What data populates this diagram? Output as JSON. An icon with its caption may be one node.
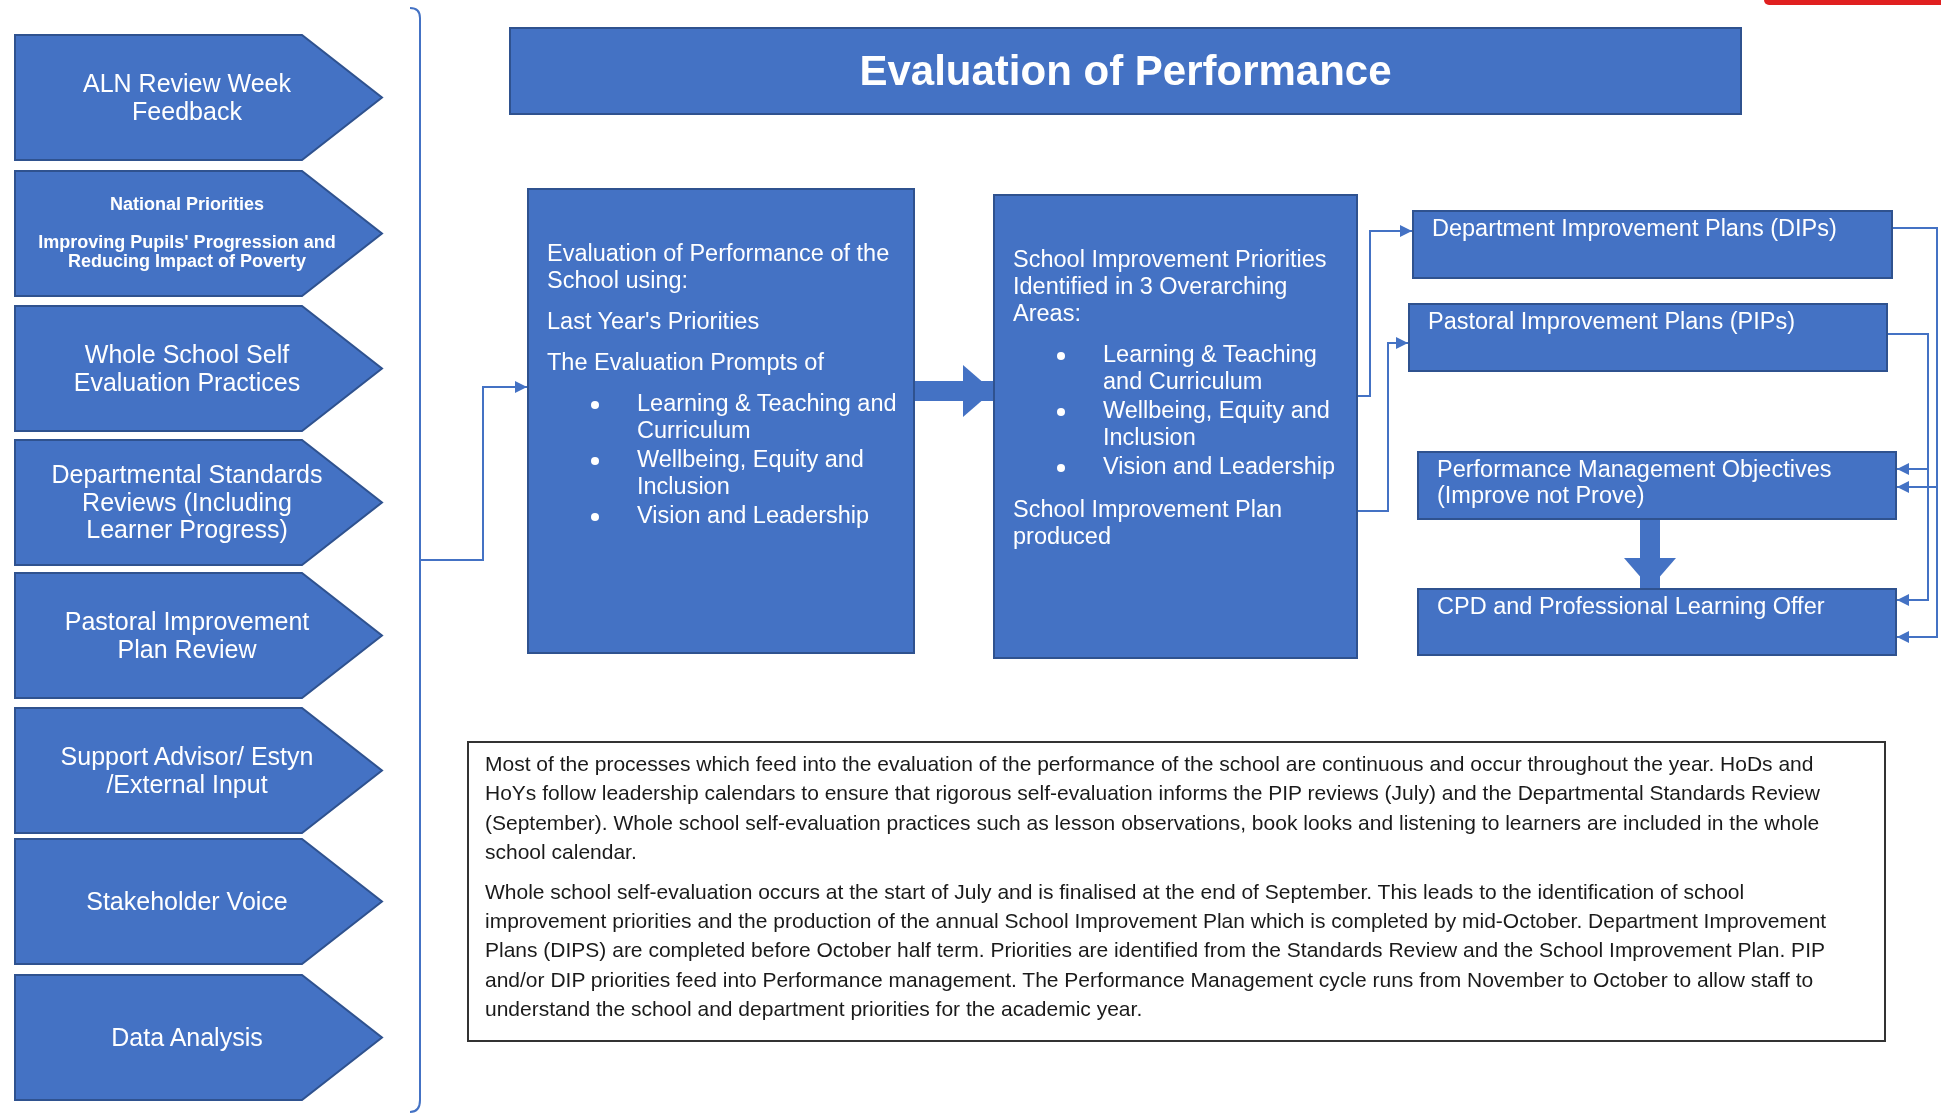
{
  "diagram": {
    "title": "Evaluation of Performance",
    "nodes": [
      {
        "text": [
          "ALN Review Week Feedback"
        ]
      },
      {
        "text": [
          "National Priorities",
          "Improving Pupils' Progression and Reducing Impact of Poverty"
        ]
      },
      {
        "text": [
          "Whole School Self Evaluation Practices"
        ]
      },
      {
        "text": [
          "Departmental Standards Reviews (Including Learner Progress)"
        ]
      },
      {
        "text": [
          "Pastoral Improvement Plan Review"
        ]
      },
      {
        "text": [
          "Support Advisor/ Estyn /External Input"
        ]
      },
      {
        "text": [
          "Stakeholder Voice"
        ]
      },
      {
        "text": [
          "Data Analysis"
        ]
      },
      {
        "text": [
          "Evaluation of Performance of the School using:",
          "Last Year's Priorities",
          "The Evaluation Prompts of",
          "Learning & Teaching and Curriculum",
          "Wellbeing, Equity and Inclusion",
          "Vision and Leadership"
        ]
      },
      {
        "text": [
          "School Improvement Priorities Identified in 3 Overarching Areas:",
          "Learning & Teaching and Curriculum",
          "Wellbeing, Equity and Inclusion",
          "Vision and Leadership",
          "School Improvement Plan produced"
        ]
      },
      {
        "text": [
          "Department Improvement Plans (DIPs)"
        ]
      },
      {
        "text": [
          "Pastoral Improvement Plans (PIPs)"
        ]
      },
      {
        "text": [
          "Performance Management Objectives (Improve not Prove)"
        ]
      },
      {
        "text": [
          "CPD and Professional Learning Offer"
        ]
      },
      {
        "text": [
          "Most of the processes which feed into the evaluation of the performance of the school are continuous and occur throughout the year. HoDs and HoYs follow leadership calendars to ensure that rigorous self-evaluation informs the PIP reviews (July) and the Departmental Standards Review (September).  Whole school self-evaluation practices such as lesson observations, book looks and listening to learners are included in the whole school calendar.",
          "Whole school self-evaluation occurs at the start of July and is finalised at the end of September. This leads to the identification of school improvement priorities and the production of the annual School Improvement Plan which is completed by mid-October. Department Improvement Plans (DIPS) are completed before October half term. Priorities are identified from the Standards Review and the School Improvement Plan. PIP and/or DIP priorities feed into Performance management. The Performance Management cycle runs from November to October to allow staff to understand the school and department priorities for the academic year."
        ]
      }
    ],
    "edges": [
      {
        "from": null,
        "to": 8,
        "arrow": "to"
      },
      {
        "from": 8,
        "to": 9,
        "arrow": "to",
        "style": "thick"
      },
      {
        "from": 9,
        "to": 10,
        "arrow": "to"
      },
      {
        "from": 9,
        "to": 11,
        "arrow": "to"
      },
      {
        "from": 11,
        "to": 12,
        "arrow": "to"
      },
      {
        "from": 11,
        "to": 13,
        "arrow": "to"
      },
      {
        "from": 10,
        "to": 12,
        "arrow": "to"
      },
      {
        "from": 10,
        "to": 13,
        "arrow": "to"
      },
      {
        "from": 12,
        "to": 13,
        "arrow": "to",
        "style": "thick"
      }
    ]
  }
}
